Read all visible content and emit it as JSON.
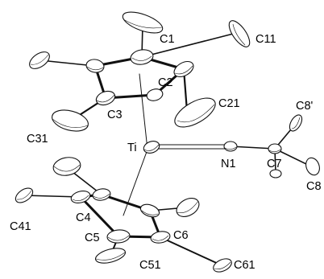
{
  "figure": {
    "labels": {
      "C1": "C1",
      "C11": "C11",
      "C2": "C2",
      "C21": "C21",
      "C3": "C3",
      "C31": "C31",
      "Ti": "Ti",
      "N1": "N1",
      "C7": "C7",
      "C8p": "C8'",
      "C8": "C8",
      "C4": "C4",
      "C41": "C41",
      "C5": "C5",
      "C51": "C51",
      "C6": "C6",
      "C61": "C61"
    }
  }
}
